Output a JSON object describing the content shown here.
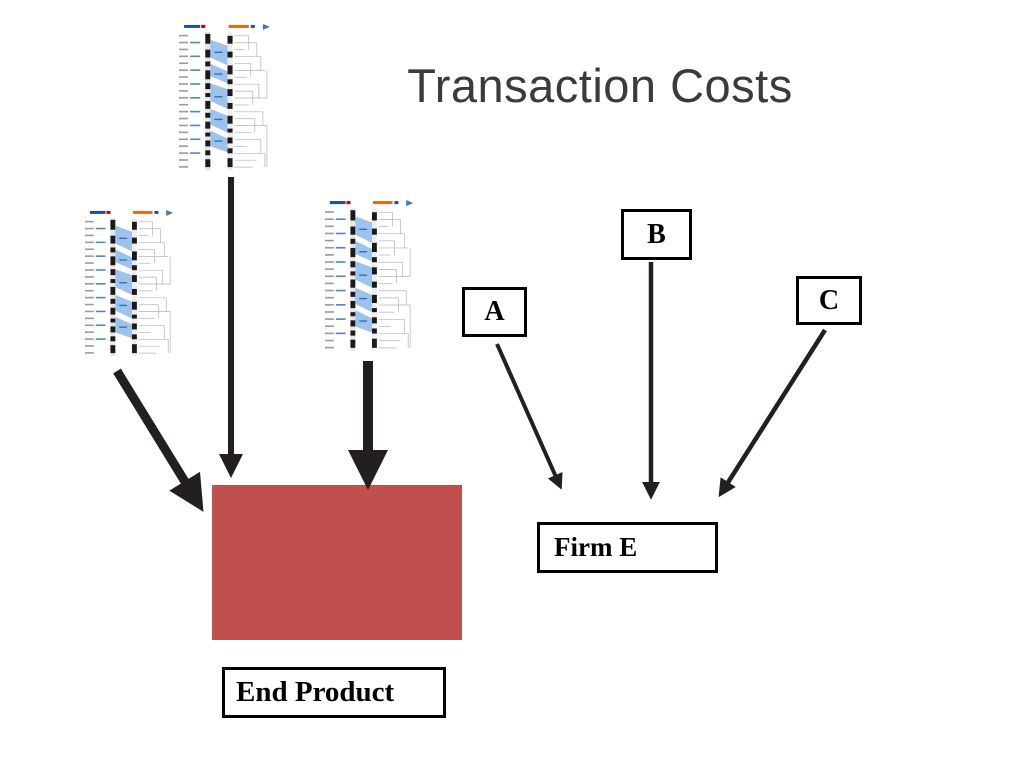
{
  "slide": {
    "title": "Transaction Costs"
  },
  "left_flow": {
    "end_product_label": "End Product",
    "thumbnails": [
      "sequence-alignment-chart-top",
      "sequence-alignment-chart-left",
      "sequence-alignment-chart-middle"
    ]
  },
  "right_flow": {
    "suppliers": [
      {
        "label": "A"
      },
      {
        "label": "B"
      },
      {
        "label": "C"
      }
    ],
    "firm_label": "Firm E"
  },
  "connections": [
    {
      "from": "sequence-alignment-chart-left",
      "to": "end-product"
    },
    {
      "from": "sequence-alignment-chart-top",
      "to": "end-product"
    },
    {
      "from": "sequence-alignment-chart-middle",
      "to": "end-product"
    },
    {
      "from": "supplier-a",
      "to": "firm-e"
    },
    {
      "from": "supplier-b",
      "to": "firm-e"
    },
    {
      "from": "supplier-c",
      "to": "firm-e"
    }
  ],
  "colors": {
    "end_product_fill": "#C0504D",
    "arrow": "#231F20",
    "box_border": "#000000",
    "title_text": "#3B3B3B"
  }
}
